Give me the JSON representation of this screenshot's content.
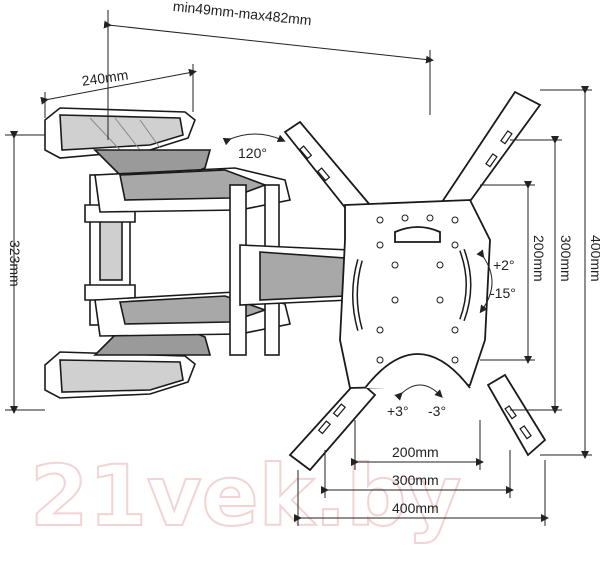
{
  "dimensions": {
    "arm_extension": "min49mm-max482mm",
    "wall_plate_width": "240mm",
    "wall_plate_height": "323mm",
    "swivel": "120°",
    "tilt_up": "+2°",
    "tilt_down": "-15°",
    "rotate_left": "+3°",
    "rotate_right": "-3°",
    "vesa_h_200": "200mm",
    "vesa_h_300": "300mm",
    "vesa_h_400": "400mm",
    "vesa_v_200": "200mm",
    "vesa_v_300": "300mm",
    "vesa_v_400": "400mm"
  },
  "watermark": "21vek.by",
  "colors": {
    "line": "#1a1a1a",
    "shade": "#8a8a8a",
    "mid": "#c8c8c8",
    "watermark": "#f2d4d4"
  }
}
